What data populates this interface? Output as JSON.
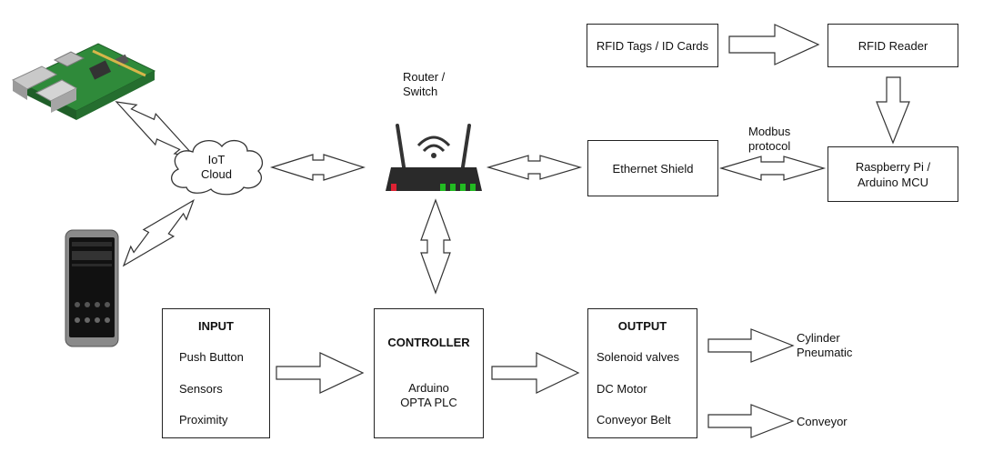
{
  "router_label": [
    "Router /",
    "Switch"
  ],
  "cloud_label": [
    "IoT",
    "Cloud"
  ],
  "rfid_tags": "RFID Tags / ID Cards",
  "rfid_reader": "RFID Reader",
  "ethernet_shield": "Ethernet Shield",
  "mcu": [
    "Raspberry Pi /",
    "Arduino MCU"
  ],
  "modbus": [
    "Modbus",
    "protocol"
  ],
  "input": {
    "title": "INPUT",
    "items": [
      "Push Button",
      "Sensors",
      "Proximity"
    ]
  },
  "controller": {
    "title": "CONTROLLER",
    "lines": [
      "Arduino",
      "OPTA PLC"
    ]
  },
  "output": {
    "title": "OUTPUT",
    "items": [
      "Solenoid valves",
      "DC Motor",
      "Conveyor Belt"
    ]
  },
  "cylinder": [
    "Cylinder",
    "Pneumatic"
  ],
  "conveyor": "Conveyor"
}
